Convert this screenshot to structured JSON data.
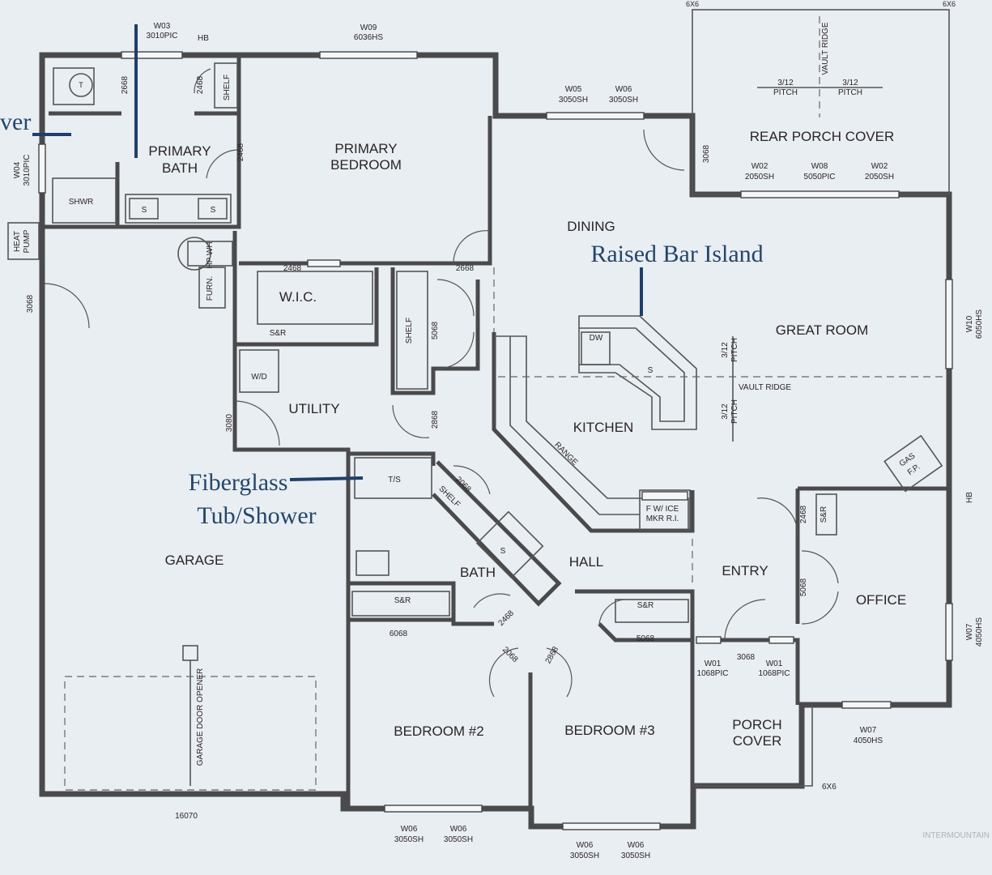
{
  "rooms": {
    "primary_bath": [
      "PRIMARY",
      "BATH"
    ],
    "primary_bedroom": [
      "PRIMARY",
      "BEDROOM"
    ],
    "rear_porch_cover": "REAR PORCH COVER",
    "dining": "DINING",
    "great_room": "GREAT ROOM",
    "wic": "W.I.C.",
    "utility": "UTILITY",
    "kitchen": "KITCHEN",
    "garage": "GARAGE",
    "bath": "BATH",
    "hall": "HALL",
    "entry": "ENTRY",
    "office": "OFFICE",
    "bedroom2": "BEDROOM #2",
    "bedroom3": "BEDROOM #3",
    "porch_cover": [
      "PORCH",
      "COVER"
    ]
  },
  "annotations": {
    "raised_bar_island": "Raised  Bar  Island",
    "fiberglass": [
      "Fiberglass",
      "Tub/Shower"
    ],
    "shower_fragment": "ver"
  },
  "windows": {
    "w03": [
      "W03",
      "3010PIC"
    ],
    "w09": [
      "W09",
      "6036HS"
    ],
    "w04": [
      "W04",
      "3010PIC"
    ],
    "w05": [
      "W05",
      "3050SH"
    ],
    "w06_top": [
      "W06",
      "3050SH"
    ],
    "w02_left": [
      "W02",
      "2050SH"
    ],
    "w08": [
      "W08",
      "5050PIC"
    ],
    "w02_right": [
      "W02",
      "2050SH"
    ],
    "w10": [
      "W10",
      "6050HS"
    ],
    "w07_side": [
      "W07",
      "4050HS"
    ],
    "w07_bottom": [
      "W07",
      "4050HS"
    ],
    "w01_left": [
      "W01",
      "1068PIC"
    ],
    "w01_right": [
      "W01",
      "1068PIC"
    ],
    "w06_b2_left": [
      "W06",
      "3050SH"
    ],
    "w06_b2_right": [
      "W06",
      "3050SH"
    ],
    "w06_b3_left": [
      "W06",
      "3050SH"
    ],
    "w06_b3_right": [
      "W06",
      "3050SH"
    ]
  },
  "doors": {
    "d2668_a": "2668",
    "d2468_a": "2468",
    "d2468_b": "2468",
    "d2468_wic": "2468",
    "d2668_b": "2668",
    "d3068_rear": "3068",
    "d3068_garage": "3068",
    "d5068_shelf": "5068",
    "d3080": "3080",
    "d2868": "2868",
    "d2068_shelf": "2068",
    "d2468_bath": "2468",
    "d2068_b2": "2068",
    "d2868_b3": "2868",
    "d6068": "6068",
    "d5068_b3": "5068",
    "d3068_entry": "3068",
    "d2468_office": "2468",
    "d5068_office": "5068",
    "garage_door": "16070"
  },
  "fixtures": {
    "hb_top": "HB",
    "hb_right": "HB",
    "shelf_top": "SHELF",
    "shelf_hall": "SHELF",
    "shelf_bath": "SHELF",
    "shwr": "SHWR",
    "s1": "S",
    "s2": "S",
    "s_bath": "S",
    "s_sink": "S",
    "heat_pump": [
      "HEAT",
      "PUMP"
    ],
    "hp_wh": "HP WH",
    "furn": "FURN.",
    "s_and_r_wic": "S&R",
    "s_and_r_b2": "S&R",
    "s_and_r_b3": "S&R",
    "s_and_r_office": "S&R",
    "wd": "W/D",
    "ts": "T/S",
    "dw": "DW",
    "range": "RANGE",
    "fridge": [
      "F W/ ICE",
      "MKR R.I."
    ],
    "gas_fp": [
      "GAS",
      "F.P."
    ],
    "garage_door_opener": "GARAGE DOOR OPENER",
    "toilet": "T"
  },
  "roof": {
    "vault_ridge_top": "VAULT RIDGE",
    "pitch_left": [
      "3/12",
      "PITCH"
    ],
    "pitch_right": [
      "3/12",
      "PITCH"
    ],
    "pitch_upper": [
      "3/12",
      "PITCH"
    ],
    "pitch_lower": [
      "3/12",
      "PITCH"
    ],
    "vault_ridge_mid": "VAULT RIDGE",
    "post_top_left": "6X6",
    "post_top_right": "6X6",
    "post_bottom": "6X6",
    "rear_post_3068": "3068"
  },
  "watermark": "INTERMOUNTAIN"
}
